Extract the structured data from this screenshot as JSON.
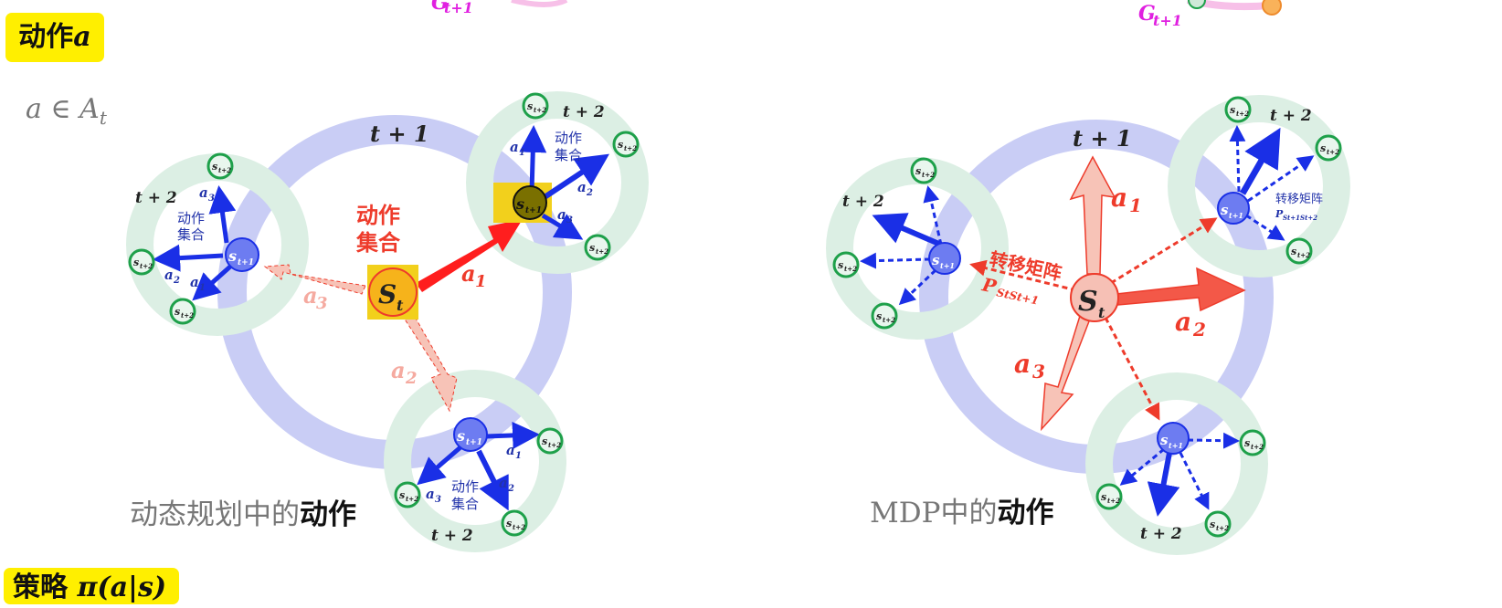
{
  "top_fragments": {
    "left": "G",
    "left_sub": "t+1",
    "right": "G",
    "right_sub": "t+1"
  },
  "action_tag": {
    "text": "动作",
    "math": "a"
  },
  "formula": "a ∈ A",
  "formula_sub": "t",
  "policy_tag": {
    "text": "策略",
    "math": "π(a|s)"
  },
  "left_diagram": {
    "caption_prefix": "动态规划中的",
    "caption_bold": "动作",
    "ring_label": "t + 1",
    "center_state": "S",
    "center_sub": "t",
    "center_action_set": [
      "动作",
      "集合"
    ],
    "node_label": "s",
    "node_sub": "t+1",
    "leaf_label": "s",
    "leaf_sub": "t+2",
    "leaf_ring_label": "t + 2",
    "action_labels": {
      "a1": "a",
      "a1_sub": "1",
      "a2": "a",
      "a2_sub": "2",
      "a3": "a",
      "a3_sub": "3"
    },
    "small_action_set": [
      "动作",
      "集合"
    ]
  },
  "right_diagram": {
    "caption_prefix": "MDP中的",
    "caption_bold": "动作",
    "ring_label": "t + 1",
    "center_state": "S",
    "center_sub": "t",
    "transition_label": "转移矩阵",
    "transition_symbol": "P",
    "transition_sub": "StSt+1",
    "small_transition_label": "转移矩阵",
    "small_transition_symbol": "P",
    "small_transition_sub": "St+1St+2",
    "node_label": "s",
    "node_sub": "t+1",
    "leaf_label": "s",
    "leaf_sub": "t+2",
    "leaf_ring_label": "t + 2",
    "action_labels": {
      "a1": "a",
      "a1_sub": "1",
      "a2": "a",
      "a2_sub": "2",
      "a3": "a",
      "a3_sub": "3"
    }
  },
  "colors": {
    "tag": "#ffef00",
    "ring": "#c9cdf5",
    "green_ring": "#d9efe2",
    "red": "#ee3b2b",
    "blue": "#1a2fe6",
    "green_node": "#1ea04a"
  }
}
